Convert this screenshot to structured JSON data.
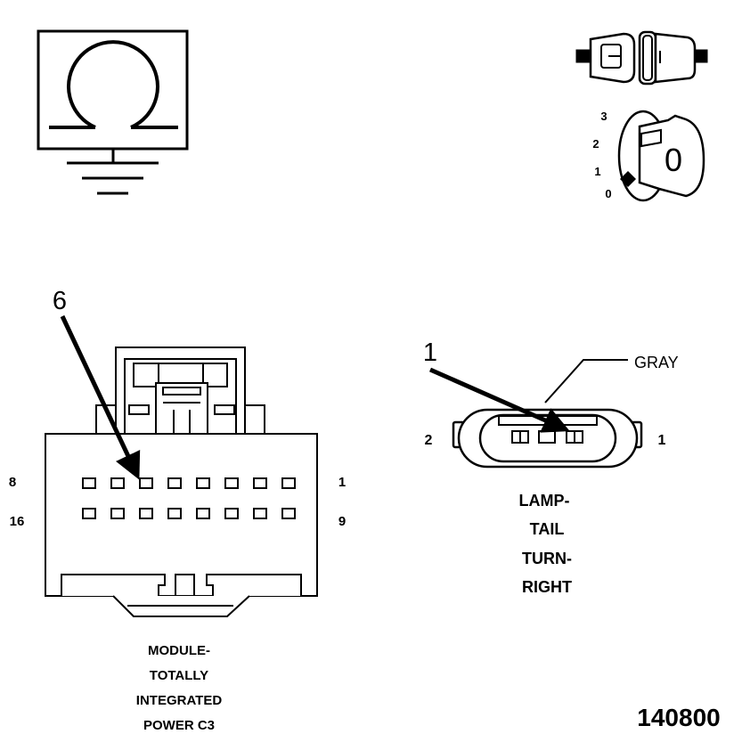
{
  "ignition_key": {
    "positions": [
      "3",
      "2",
      "1",
      "0"
    ],
    "key_letter": "0"
  },
  "connector_c3": {
    "pointer_number": "6",
    "left_pin_top": "8",
    "left_pin_bottom": "16",
    "right_pin_top": "1",
    "right_pin_bottom": "9",
    "caption": [
      "MODULE-",
      "TOTALLY",
      "INTEGRATED",
      "POWER C3"
    ]
  },
  "lamp_connector": {
    "pointer_number": "1",
    "color_label": "GRAY",
    "left_pin": "2",
    "right_pin": "1",
    "caption": [
      "LAMP-",
      "TAIL",
      "TURN-",
      "RIGHT"
    ]
  },
  "figure_id": "140800"
}
